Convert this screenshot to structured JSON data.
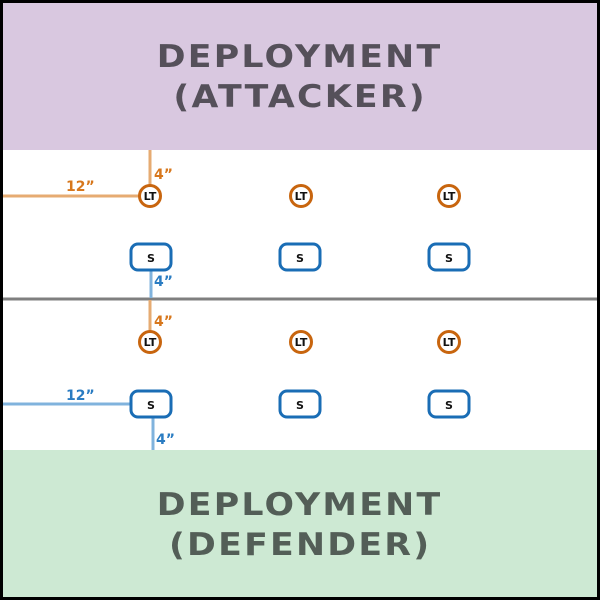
{
  "zones": {
    "attacker": {
      "line1": "DEPLOYMENT",
      "line2": "(ATTACKER)",
      "color": "#d9c8e0"
    },
    "defender": {
      "line1": "DEPLOYMENT",
      "line2": "(DEFENDER)",
      "color": "#cde9d3"
    }
  },
  "markers": {
    "lt_label": "LT",
    "s_label": "S",
    "lt_color": "#c8650e",
    "s_color": "#1a6db5"
  },
  "measurements": {
    "attacker_lt_from_zone": "4”",
    "attacker_lt_from_edge": "12”",
    "attacker_s_from_center": "4”",
    "defender_lt_from_center": "4”",
    "defender_s_from_edge": "12”",
    "defender_s_from_zone": "4”"
  },
  "colors": {
    "orange_line": "#e6ab72",
    "blue_line": "#80b3dd",
    "center_line": "#7f7f7f",
    "orange_text": "#d7771c",
    "blue_text": "#2a7cc2"
  }
}
